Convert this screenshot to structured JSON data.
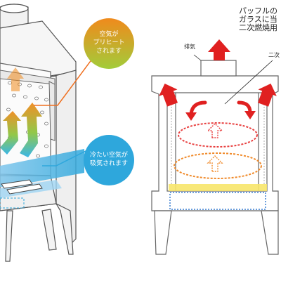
{
  "left_diagram": {
    "warm_bubble": {
      "line1": "空気が",
      "line2": "プリヒート",
      "line3": "されます",
      "color": "#ef6f1f"
    },
    "cold_bubble": {
      "line1": "冷たい空気が",
      "line2": "吸気されます",
      "color": "#2ea7dc"
    }
  },
  "right_diagram": {
    "exhaust_label": "排気",
    "secondary_label": "二次",
    "callout": {
      "line1": "パッフルの",
      "line2": "ガラスに当",
      "line3": "二次燃焼用"
    },
    "arrow_color": "#e02020",
    "flame_color": "#f08a2a",
    "dotted_blue": "#3a7fd0",
    "yellow_band": "#f7e56a"
  }
}
